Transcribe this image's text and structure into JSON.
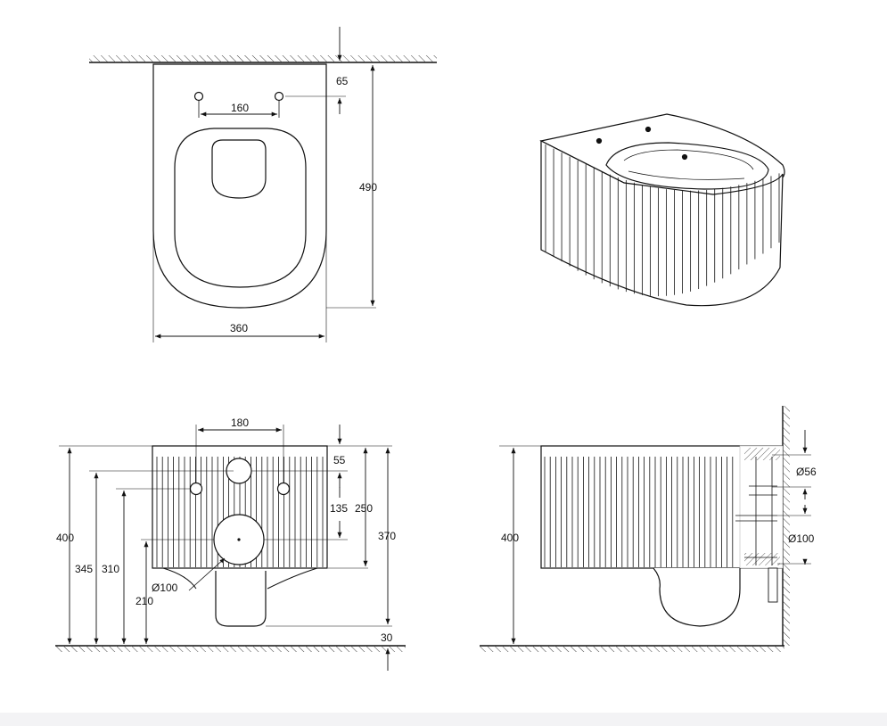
{
  "dimensions": {
    "top": {
      "offset_65": "65",
      "spacing_160": "160",
      "depth_490": "490",
      "width_360": "360"
    },
    "front": {
      "spacing_180": "180",
      "offset_55": "55",
      "offset_135": "135",
      "height_250": "250",
      "height_370": "370",
      "height_400": "400",
      "height_345": "345",
      "height_310": "310",
      "height_210": "210",
      "dia_100": "Ø100",
      "gap_30": "30"
    },
    "side": {
      "height_400": "400",
      "dia_56": "Ø56",
      "dia_100": "Ø100"
    }
  },
  "colors": {
    "line": "#111111",
    "hidden_fill": "#d9d9d9",
    "hatch": "#555555",
    "footer": "#f3f3f5"
  }
}
